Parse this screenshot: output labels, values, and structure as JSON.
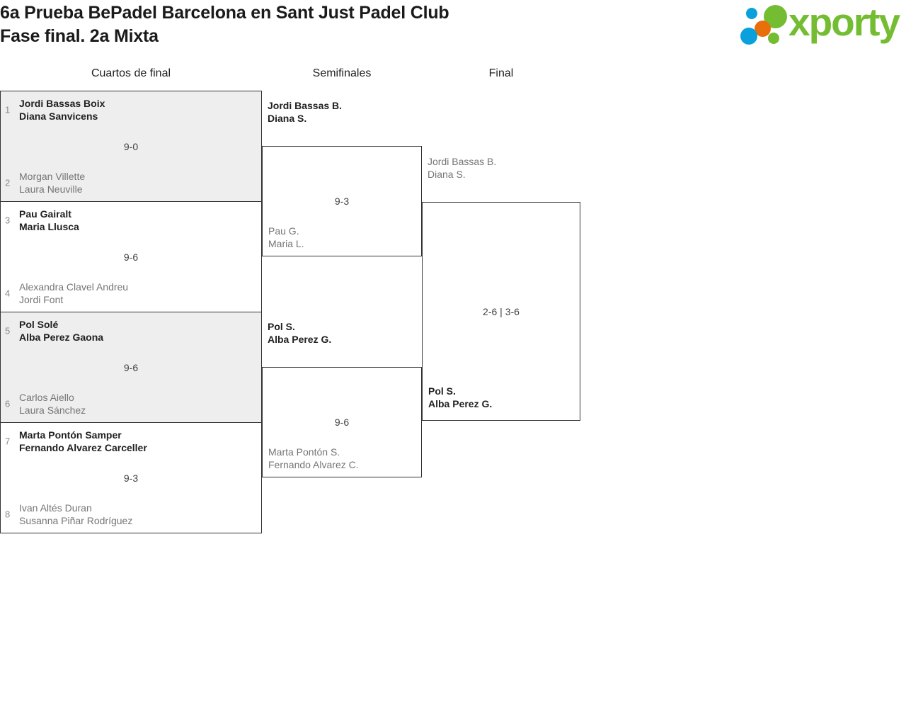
{
  "header": {
    "title": "6a Prueba BePadel Barcelona en Sant Just Padel Club\nFase final. 2a Mixta",
    "logo": {
      "wordmark": "xporty",
      "colors": {
        "green": "#74bd32",
        "orange": "#e8700a",
        "blue": "#0aa0dc"
      }
    }
  },
  "rounds": [
    {
      "label": "Cuartos de final"
    },
    {
      "label": "Semifinales"
    },
    {
      "label": "Final"
    }
  ],
  "quarterfinals": [
    {
      "shaded": true,
      "score": "9-0",
      "top": {
        "seed": "1",
        "result": "winner",
        "players": [
          "Jordi Bassas Boix",
          "Diana Sanvicens"
        ]
      },
      "bottom": {
        "seed": "2",
        "result": "loser",
        "players": [
          "Morgan Villette",
          "Laura Neuville"
        ]
      }
    },
    {
      "shaded": false,
      "score": "9-6",
      "top": {
        "seed": "3",
        "result": "winner",
        "players": [
          "Pau Gairalt",
          "Maria Llusca"
        ]
      },
      "bottom": {
        "seed": "4",
        "result": "loser",
        "players": [
          "Alexandra Clavel Andreu",
          "Jordi Font"
        ]
      }
    },
    {
      "shaded": true,
      "score": "9-6",
      "top": {
        "seed": "5",
        "result": "winner",
        "players": [
          "Pol Solé",
          "Alba Perez Gaona"
        ]
      },
      "bottom": {
        "seed": "6",
        "result": "loser",
        "players": [
          "Carlos Aiello",
          "Laura Sánchez"
        ]
      }
    },
    {
      "shaded": false,
      "score": "9-3",
      "top": {
        "seed": "7",
        "result": "winner",
        "players": [
          "Marta Pontón Samper",
          "Fernando Alvarez Carceller"
        ]
      },
      "bottom": {
        "seed": "8",
        "result": "loser",
        "players": [
          "Ivan Altés Duran",
          "Susanna Piñar Rodríguez"
        ]
      }
    }
  ],
  "semifinals": [
    {
      "score": "9-3",
      "top": {
        "result": "winner",
        "players": [
          "Jordi Bassas B.",
          "Diana S."
        ]
      },
      "bottom": {
        "result": "loser",
        "players": [
          "Pau G.",
          "Maria L."
        ]
      }
    },
    {
      "score": "9-6",
      "top": {
        "result": "winner",
        "players": [
          "Pol S.",
          "Alba Perez G."
        ]
      },
      "bottom": {
        "result": "loser",
        "players": [
          "Marta Pontón S.",
          "Fernando Alvarez C."
        ]
      }
    }
  ],
  "final": [
    {
      "score": "2-6 | 3-6",
      "top": {
        "result": "loser",
        "players": [
          "Jordi Bassas B.",
          "Diana S."
        ]
      },
      "bottom": {
        "result": "winner",
        "players": [
          "Pol S.",
          "Alba Perez G."
        ]
      }
    }
  ]
}
